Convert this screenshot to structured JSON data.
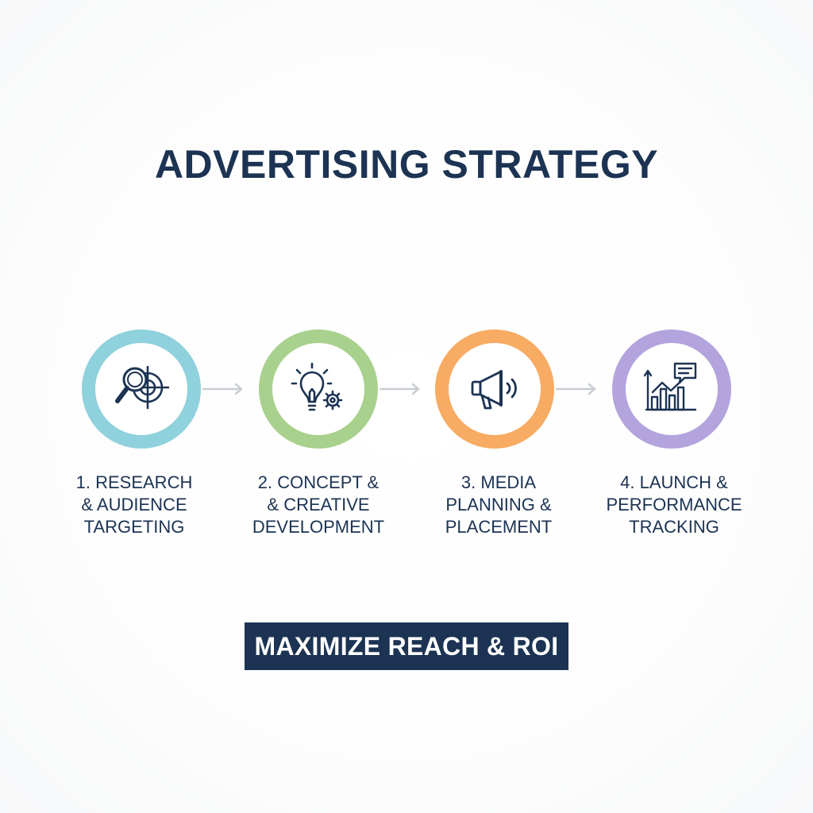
{
  "title": "ADVERTISING STRATEGY",
  "steps": [
    {
      "label": "1. RESEARCH\n& AUDIENCE\nTARGETING",
      "icon": "magnifier-target-icon",
      "color": "#8fd1dc"
    },
    {
      "label": "2. CONCEPT &\n& CREATIVE\nDEVELOPMENT",
      "icon": "lightbulb-gear-icon",
      "color": "#a9d18e"
    },
    {
      "label": "3. MEDIA\nPLANNING &\nPLACEMENT",
      "icon": "megaphone-icon",
      "color": "#f8ab63"
    },
    {
      "label": "4. LAUNCH &\nPERFORMANCE\nTRACKING",
      "icon": "chart-chat-icon",
      "color": "#b3a4dd"
    }
  ],
  "cta": "MAXIMIZE REACH & ROI",
  "colors": {
    "text": "#1c3353",
    "arrow": "#c9ced4"
  }
}
